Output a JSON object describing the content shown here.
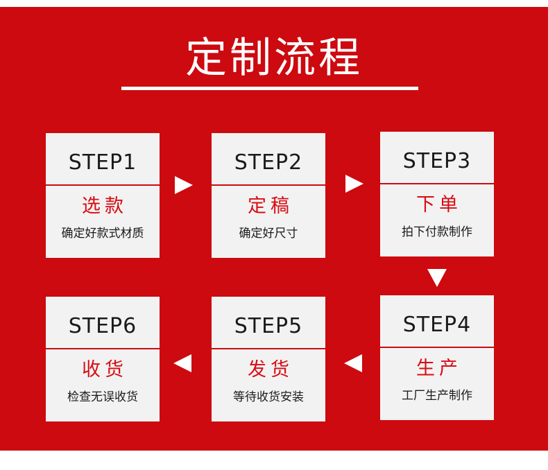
{
  "title": "定制流程",
  "steps": [
    {
      "step": "STEP1",
      "name": "选款",
      "desc": "确定好款式材质"
    },
    {
      "step": "STEP2",
      "name": "定稿",
      "desc": "确定好尺寸"
    },
    {
      "step": "STEP3",
      "name": "下单",
      "desc": "拍下付款制作"
    },
    {
      "step": "STEP4",
      "name": "生产",
      "desc": "工厂生产制作"
    },
    {
      "step": "STEP5",
      "name": "发货",
      "desc": "等待收货安装"
    },
    {
      "step": "STEP6",
      "name": "收货",
      "desc": "检查无误收货"
    }
  ],
  "colors": {
    "background": "#cc0a0f",
    "card": "#f2f2f2",
    "accent_text": "#d80c12"
  },
  "icons": {
    "flow_right": "triangle-right-icon",
    "flow_down": "triangle-down-icon",
    "flow_left": "triangle-left-icon"
  }
}
